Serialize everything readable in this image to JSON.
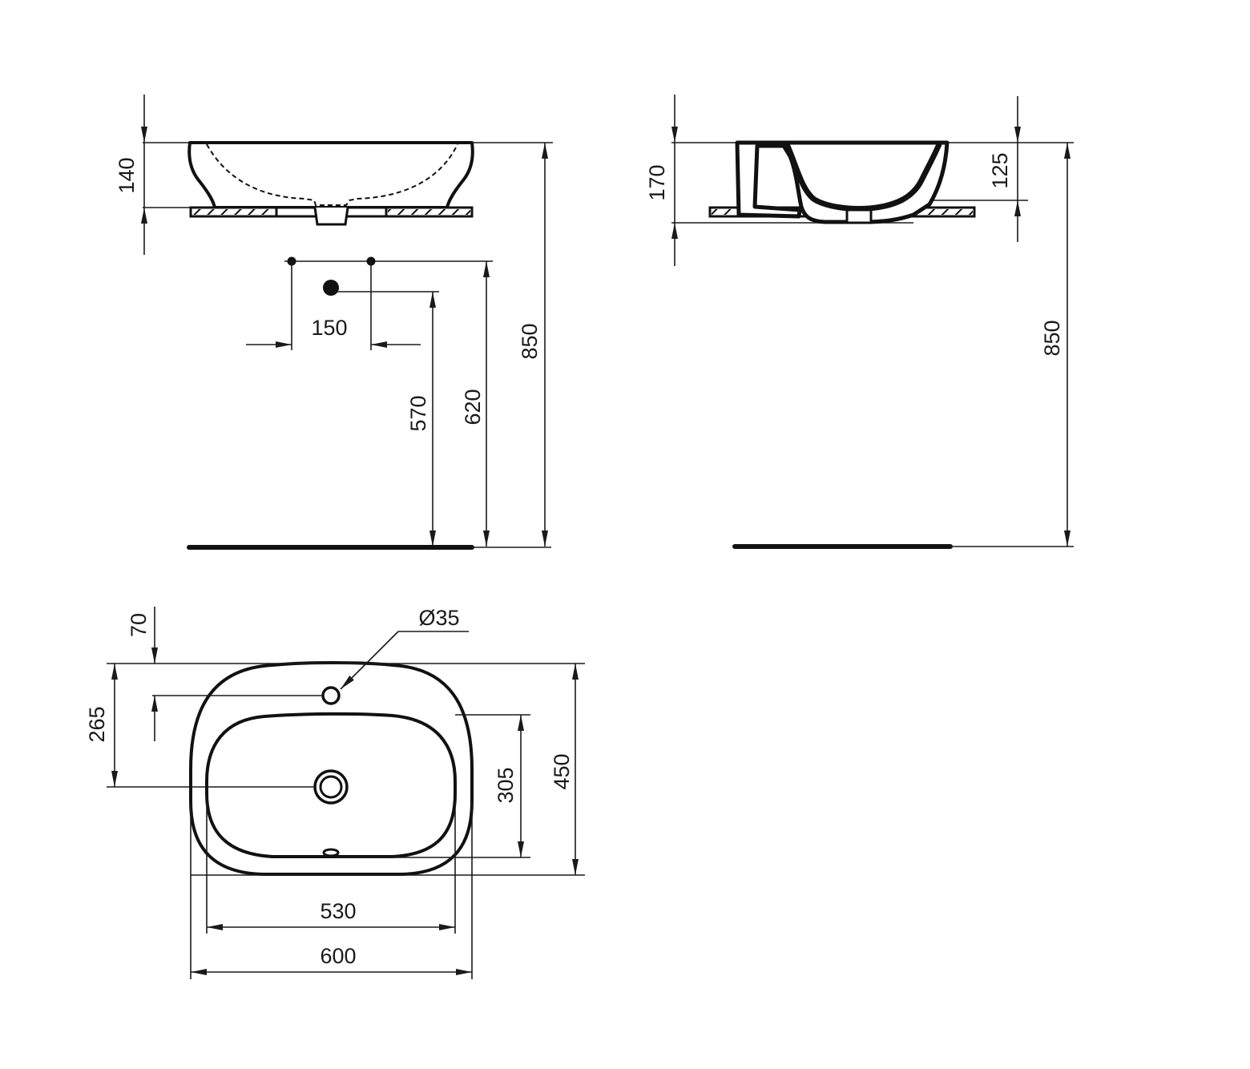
{
  "drawing": {
    "front_view": {
      "height_basin": "140",
      "tap_spacing": "150",
      "waste_height": "570",
      "tap_height": "620",
      "total_height": "850"
    },
    "side_view": {
      "height_total": "170",
      "height_above_counter": "125",
      "total_height": "850"
    },
    "plan_view": {
      "tap_hole_offset": "70",
      "tap_hole_diameter": "Ø35",
      "waste_offset": "265",
      "inner_depth": "305",
      "outer_depth": "450",
      "inner_width": "530",
      "outer_width": "600"
    },
    "line_color": "#1a1a1a"
  }
}
